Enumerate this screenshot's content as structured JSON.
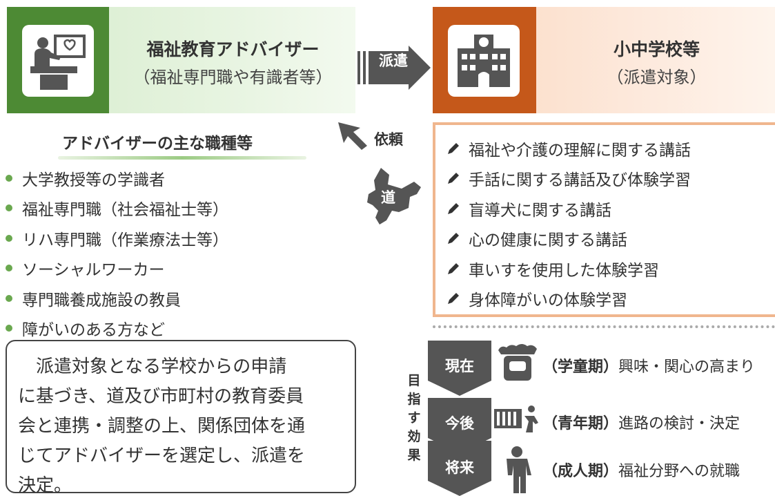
{
  "advisor": {
    "title": "福祉教育アドバイザー",
    "subtitle": "（福祉専門職や有識者等）",
    "icon": "teacher-at-whiteboard-icon"
  },
  "school": {
    "title": "小中学校等",
    "subtitle": "（派遣対象）",
    "icon": "school-building-icon"
  },
  "dispatch_label": "派遣",
  "request_label": "依頼",
  "hokkaido_label": "道",
  "jobs": {
    "heading": "アドバイザーの主な職種等",
    "items": [
      "大学教授等の学識者",
      "福祉専門職（社会福祉士等）",
      "リハ専門職（作業療法士等）",
      "ソーシャルワーカー",
      "専門職養成施設の教員",
      "障がいのある方など"
    ]
  },
  "note_lines": [
    "　派遣対象となる学校からの申請",
    "に基づき、道及び市町村の教育委員",
    "会と連携・調整の上、関係団体を通",
    "じてアドバイザーを選定し、派遣を",
    "決定。"
  ],
  "activities": [
    "福祉や介護の理解に関する講話",
    "手話に関する講話及び体験学習",
    "盲導犬に関する講話",
    "心の健康に関する講話",
    "車いすを使用した体験学習",
    "身体障がいの体験学習"
  ],
  "goals": {
    "label": [
      "目",
      "指",
      "す",
      "効",
      "果"
    ],
    "items": [
      {
        "stage": "現在",
        "period": "（学童期）",
        "text": "興味・関心の高まり",
        "icon": "child-icon"
      },
      {
        "stage": "今後",
        "period": "（青年期）",
        "text": "進路の検討・決定",
        "icon": "career-path-icon"
      },
      {
        "stage": "将来",
        "period": "（成人期）",
        "text": "福祉分野への就職",
        "icon": "worker-icon"
      }
    ]
  },
  "colors": {
    "green": "#4d8a34",
    "orange": "#c5581a",
    "gray": "#555555",
    "bullet": "#6aa84f",
    "activity_border": "#f0b68e"
  }
}
